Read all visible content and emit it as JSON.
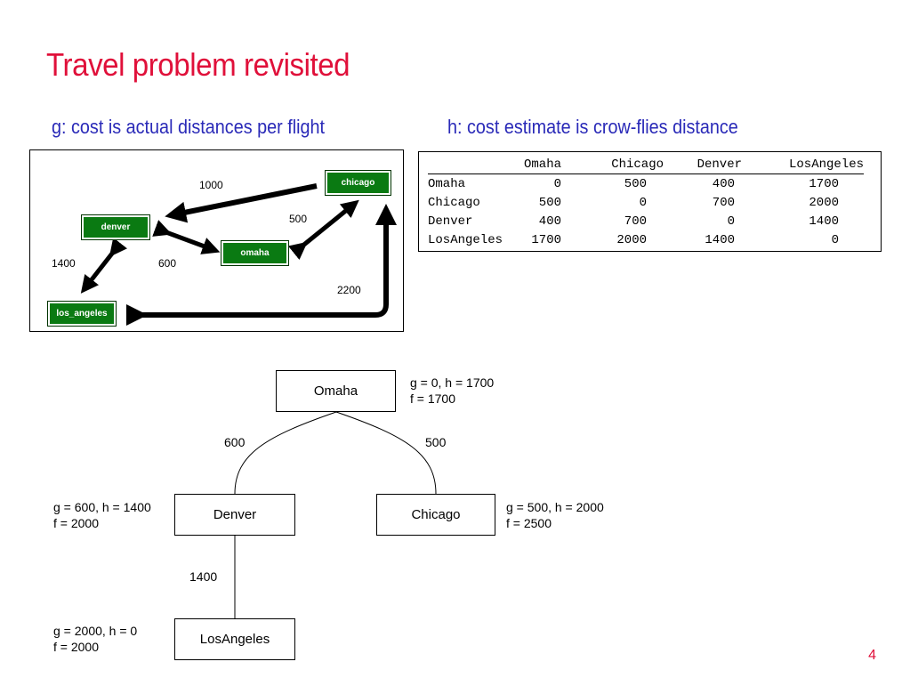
{
  "title": "Travel problem revisited",
  "left_subtitle": "g: cost is actual distances per flight",
  "right_subtitle": "h: cost estimate is crow-flies distance",
  "graph": {
    "cities": {
      "chicago": "chicago",
      "denver": "denver",
      "omaha": "omaha",
      "los_angeles": "los_angeles"
    },
    "edges": {
      "chicago_denver": "1000",
      "chicago_omaha": "500",
      "denver_omaha": "600",
      "denver_la": "1400",
      "chicago_la": "2200"
    }
  },
  "distance_table": {
    "headers": [
      "",
      "Omaha",
      "Chicago",
      "Denver",
      "LosAngeles"
    ],
    "rows": [
      [
        "Omaha",
        "0",
        "500",
        "400",
        "1700"
      ],
      [
        "Chicago",
        "500",
        "0",
        "700",
        "2000"
      ],
      [
        "Denver",
        "400",
        "700",
        "0",
        "1400"
      ],
      [
        "LosAngeles",
        "1700",
        "2000",
        "1400",
        "0"
      ]
    ]
  },
  "tree": {
    "nodes": {
      "omaha": "Omaha",
      "denver": "Denver",
      "chicago": "Chicago",
      "losangeles": "LosAngeles"
    },
    "annotations": {
      "omaha_gh": "g = 0,  h = 1700",
      "omaha_f": "f = 1700",
      "denver_gh": "g = 600,  h = 1400",
      "denver_f": "f = 2000",
      "chicago_gh": "g = 500,  h = 2000",
      "chicago_f": "f = 2500",
      "losangeles_gh": "g =  2000,  h = 0",
      "losangeles_f": "f = 2000"
    },
    "edges": {
      "omaha_denver": "600",
      "omaha_chicago": "500",
      "denver_losangeles": "1400"
    }
  },
  "page_number": "4",
  "colors": {
    "title": "#e0103a",
    "subtitle": "#2a2ab8",
    "city_fill": "#0a7a12"
  }
}
